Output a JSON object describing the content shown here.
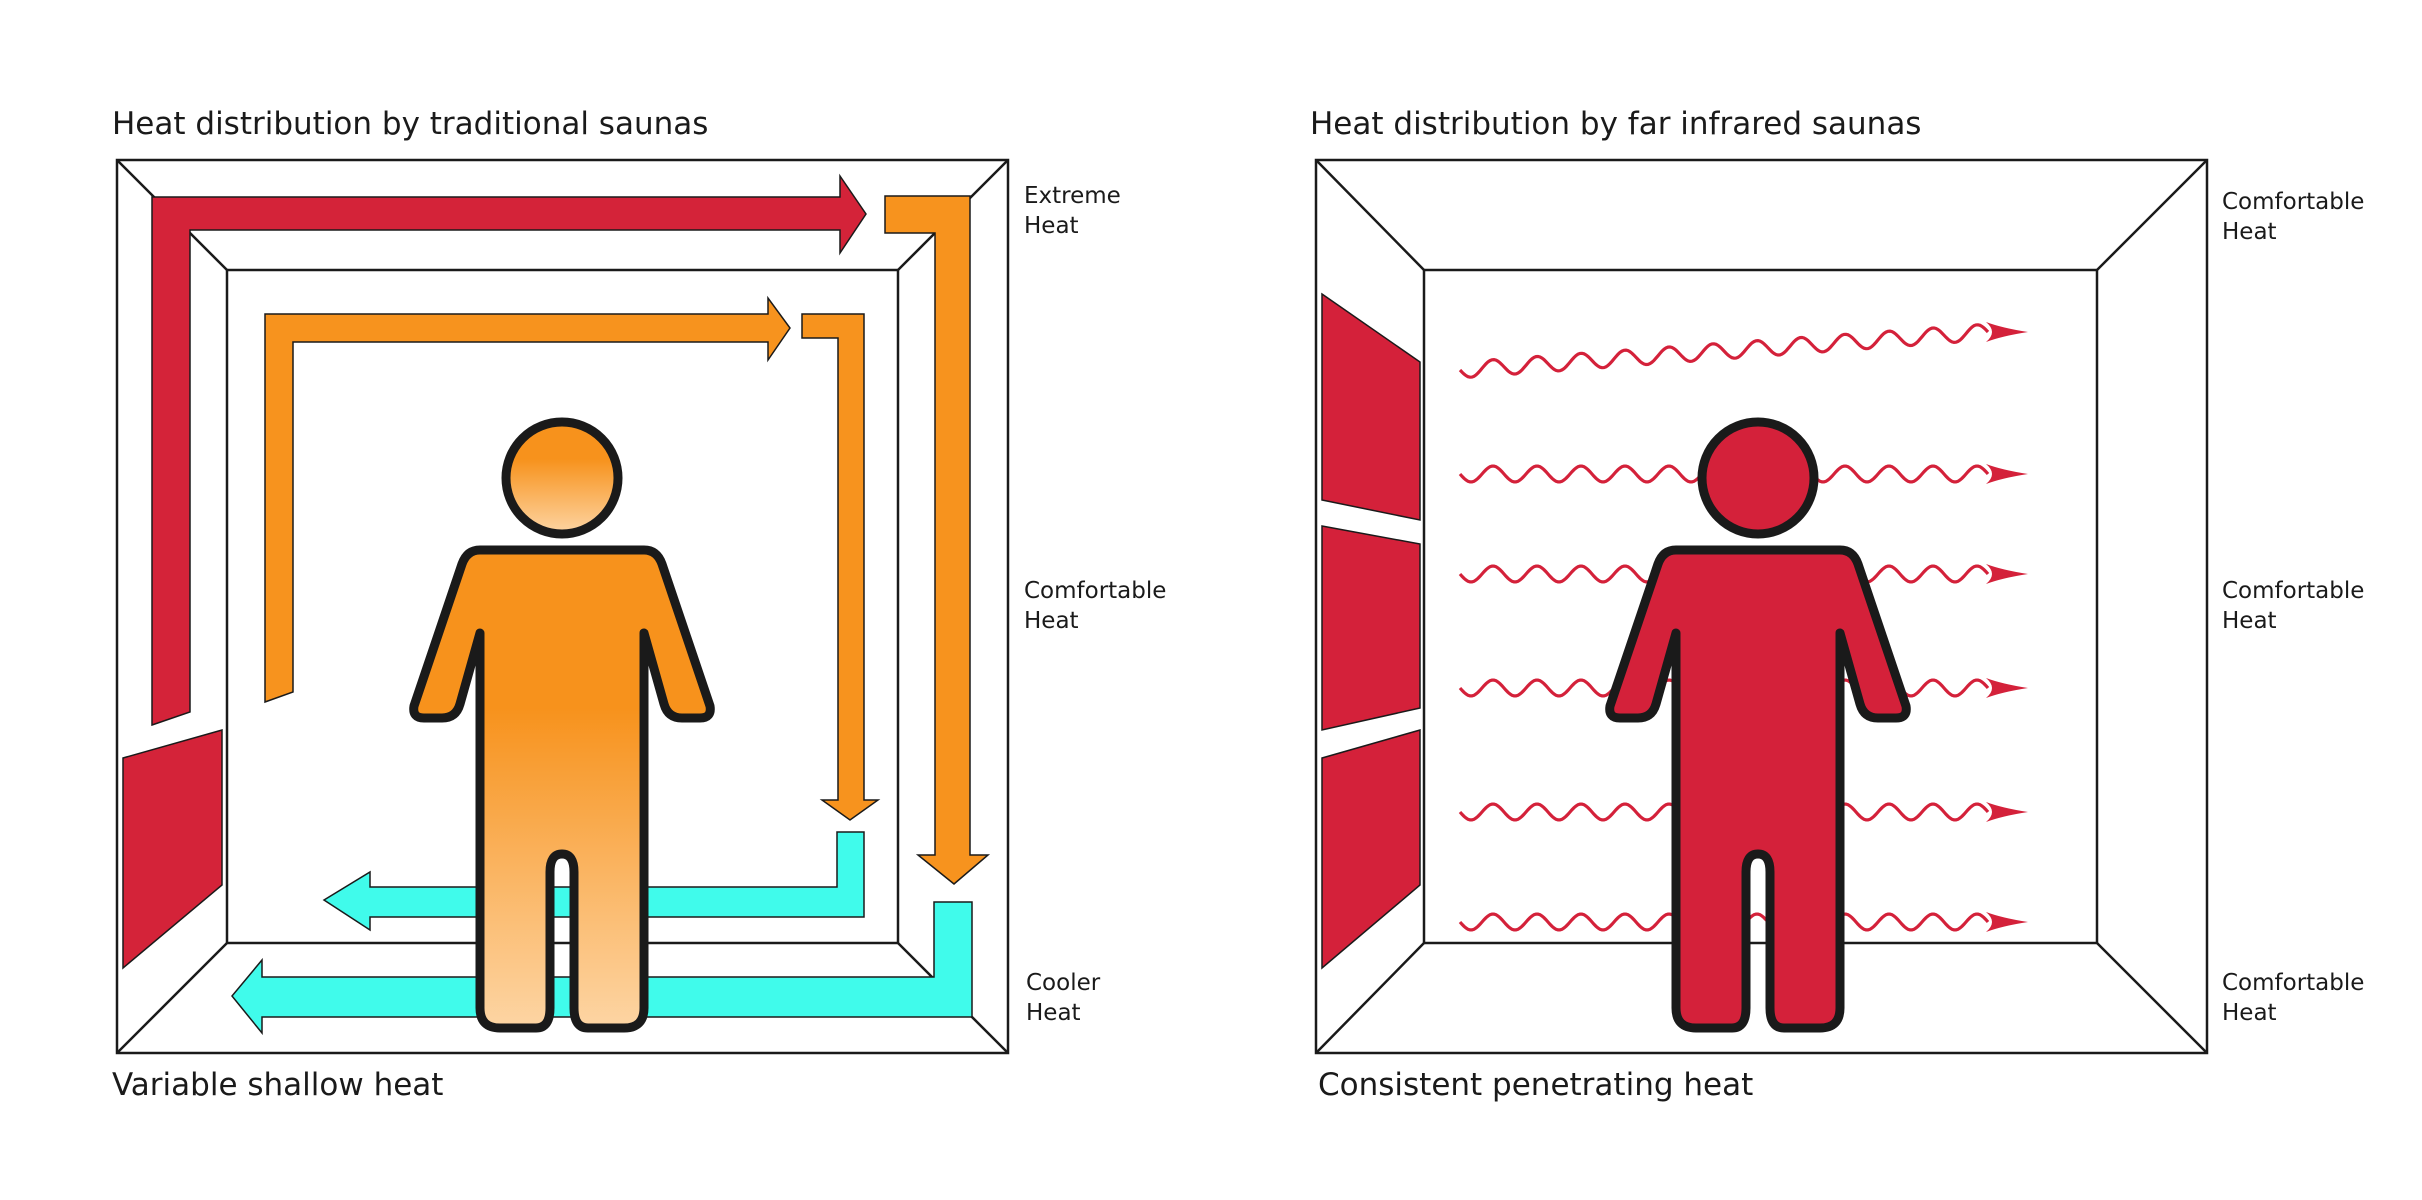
{
  "left_diagram": {
    "title": "Heat distribution by traditional saunas",
    "caption": "Variable shallow heat",
    "zones": [
      {
        "line1": "Extreme",
        "line2": "Heat"
      },
      {
        "line1": "Comfortable",
        "line2": "Heat"
      },
      {
        "line1": "Cooler",
        "line2": "Heat"
      }
    ]
  },
  "right_diagram": {
    "title": "Heat distribution by far infrared saunas",
    "caption": "Consistent penetrating heat",
    "zones": [
      {
        "line1": "Comfortable",
        "line2": "Heat"
      },
      {
        "line1": "Comfortable",
        "line2": "Heat"
      },
      {
        "line1": "Comfortable",
        "line2": "Heat"
      }
    ]
  },
  "colors": {
    "extreme": "#d42339",
    "comfortable": "#f7931e",
    "cooler": "#40fbeb",
    "infrared": "#d4213a",
    "person_top": "#f7921c",
    "person_bottom": "#fdd5a4",
    "outline": "#1a1a1a"
  }
}
